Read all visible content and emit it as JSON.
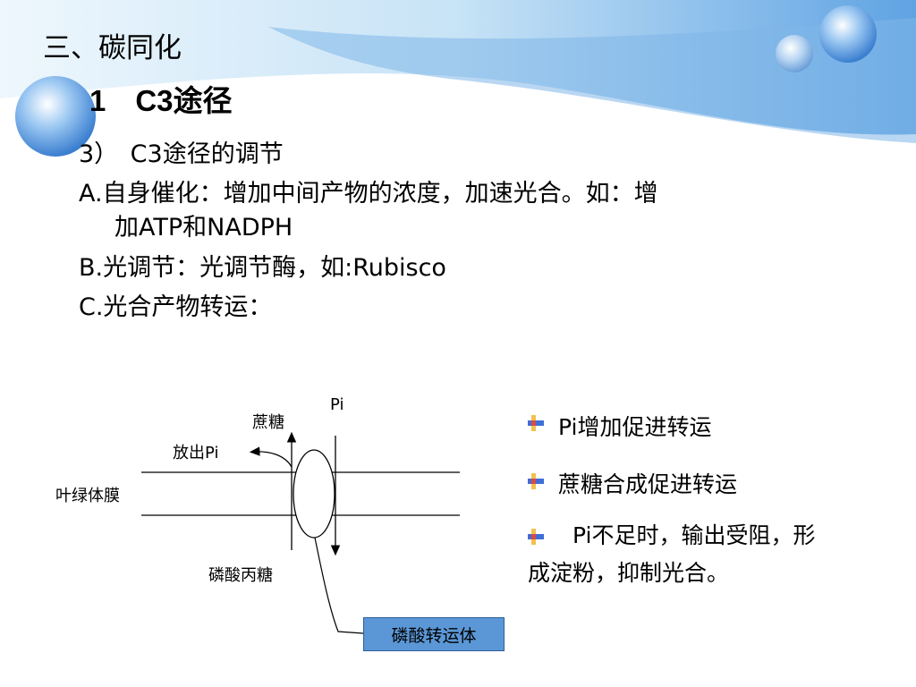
{
  "slide": {
    "title": "三、碳同化",
    "subtitle": "1　C3途径",
    "lines": {
      "l3": "3）　C3途径的调节",
      "lA": "A.自身催化：增加中间产物的浓度，加速光合。如：增",
      "lA2": "加ATP和NADPH",
      "lB": "B.光调节：光调节酶，如:Rubisco",
      "lC": "C.光合产物转运："
    }
  },
  "diagram": {
    "pi_top": "Pi",
    "sucrose": "蔗糖",
    "release_pi": "放出Pi",
    "membrane": "叶绿体膜",
    "triose_phosphate": "磷酸丙糖",
    "transporter": "磷酸转运体"
  },
  "bullets": [
    "Pi增加促进转运",
    "蔗糖合成促进转运",
    "Pi不足时，输出受阻，形成淀粉，抑制光合。"
  ],
  "colors": {
    "banner_light": "#dff0fb",
    "banner_mid": "#9ccbee",
    "banner_dark": "#3f8fd8",
    "transporter_fill": "#5b97d6"
  }
}
